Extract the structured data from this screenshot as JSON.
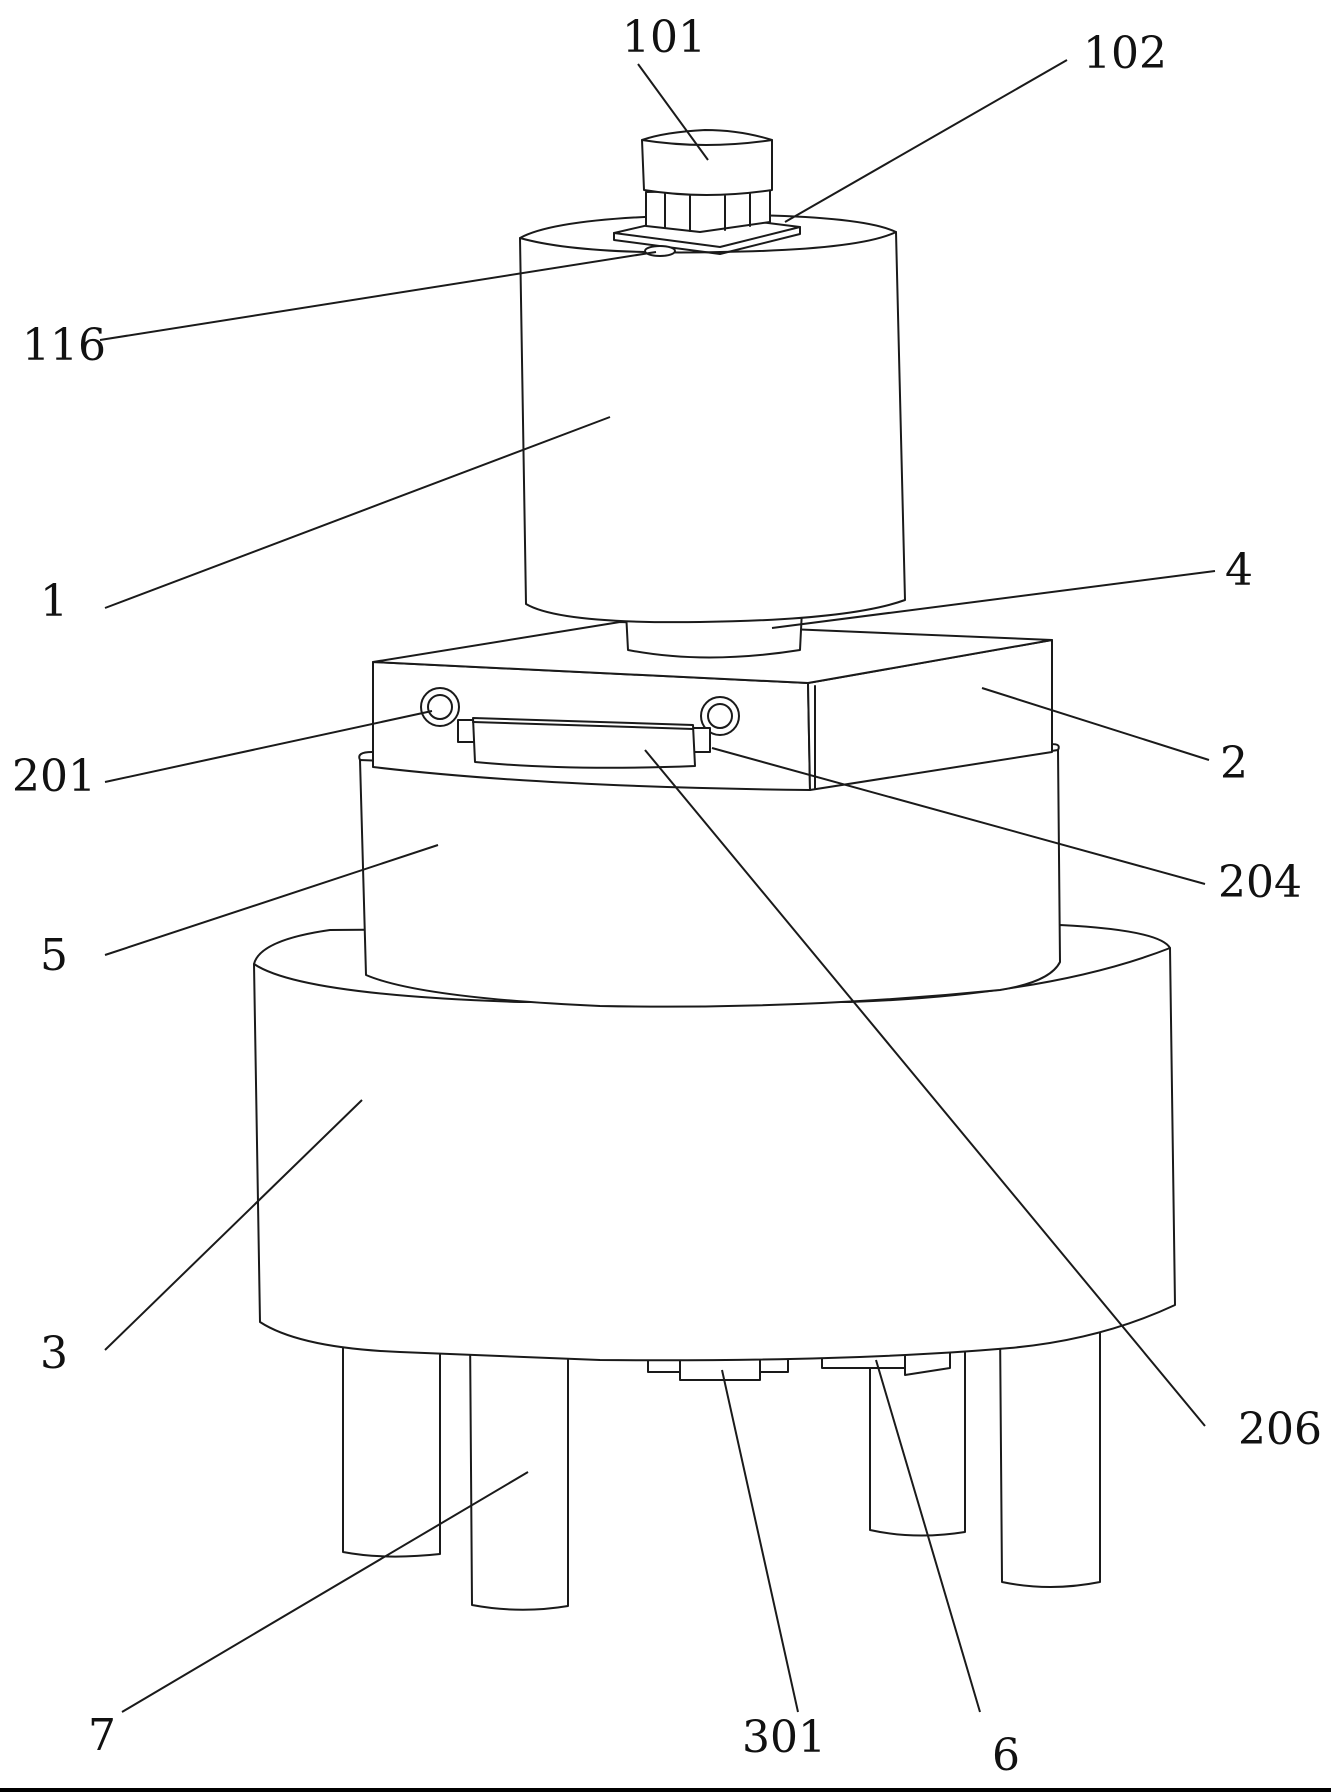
{
  "labels": {
    "l101": "101",
    "l102": "102",
    "l116": "116",
    "l1": "1",
    "l4": "4",
    "l2": "2",
    "l201": "201",
    "l204": "204",
    "l5": "5",
    "l3": "3",
    "l206": "206",
    "l7": "7",
    "l301": "301",
    "l6": "6"
  }
}
